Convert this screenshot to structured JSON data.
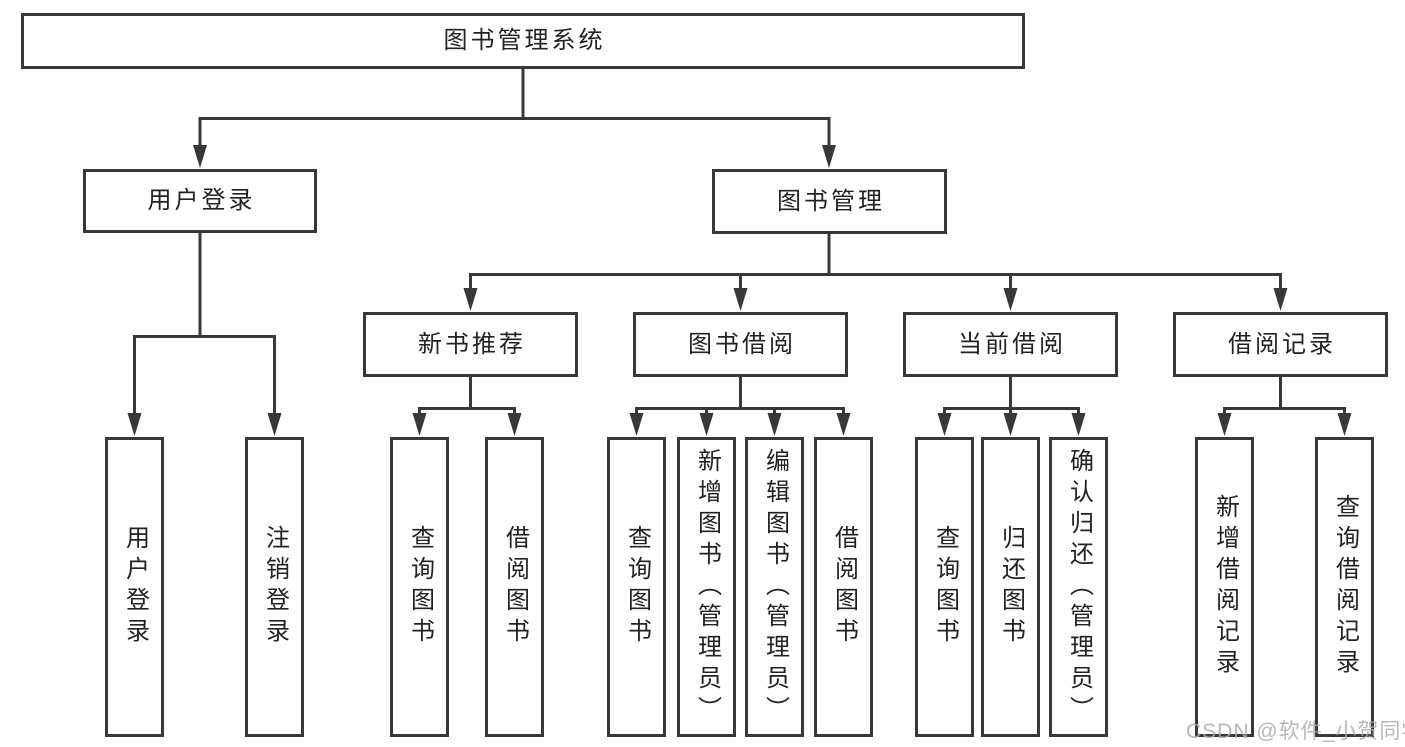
{
  "palette": {
    "line": "#383838",
    "text": "#222222",
    "background": "#ffffff",
    "watermark": "#ababab"
  },
  "watermark": "CSDN @软件_小贺同学",
  "tree": {
    "label": "图书管理系统",
    "children": [
      {
        "label": "用户登录",
        "children": [
          {
            "label": "用户登录"
          },
          {
            "label": "注销登录"
          }
        ]
      },
      {
        "label": "图书管理",
        "children": [
          {
            "label": "新书推荐",
            "children": [
              {
                "label": "查询图书"
              },
              {
                "label": "借阅图书"
              }
            ]
          },
          {
            "label": "图书借阅",
            "children": [
              {
                "label": "查询图书"
              },
              {
                "label": "新增图书（管理员）"
              },
              {
                "label": "编辑图书（管理员）"
              },
              {
                "label": "借阅图书"
              }
            ]
          },
          {
            "label": "当前借阅",
            "children": [
              {
                "label": "查询图书"
              },
              {
                "label": "归还图书"
              },
              {
                "label": "确认归还（管理员）"
              }
            ]
          },
          {
            "label": "借阅记录",
            "children": [
              {
                "label": "新增借阅记录"
              },
              {
                "label": "查询借阅记录"
              }
            ]
          }
        ]
      }
    ]
  }
}
